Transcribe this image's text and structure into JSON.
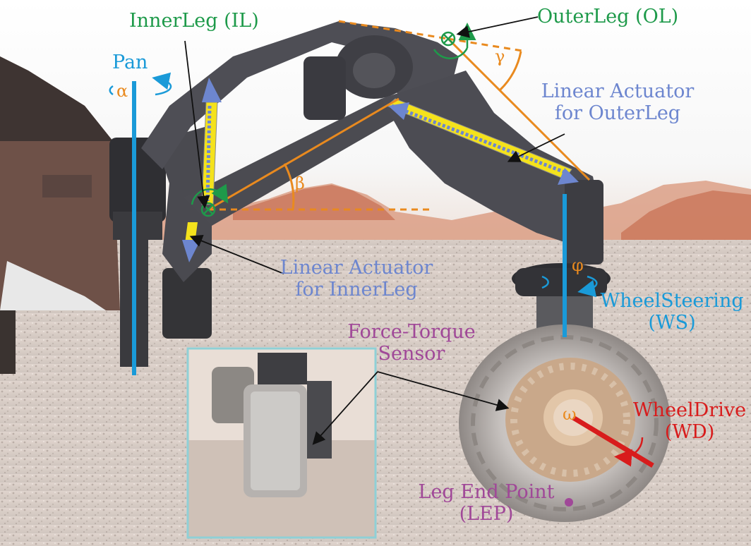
{
  "colors": {
    "pan": "#1a9ad8",
    "green_label": "#1e9a4a",
    "actuator_label": "#6d86cf",
    "angle": "#e98a1f",
    "force_sensor_label": "#a04898",
    "wheel_drive": "#d81c1c",
    "inset_border": "#8fd0d6",
    "actuator_fill": "#f4e21c"
  },
  "labels": {
    "inner_leg": "InnerLeg (IL)",
    "outer_leg": "OuterLeg (OL)",
    "pan": "Pan",
    "linear_actuator_outer": [
      "Linear Actuator",
      "for OuterLeg"
    ],
    "linear_actuator_inner": [
      "Linear Actuator",
      "for InnerLeg"
    ],
    "wheel_steering": [
      "WheelSteering",
      "(WS)"
    ],
    "force_torque_sensor": [
      "Force-Torque",
      "Sensor"
    ],
    "wheel_drive": [
      "WheelDrive",
      "(WD)"
    ],
    "leg_end_point": [
      "Leg End Point",
      "(LEP)"
    ]
  },
  "angles": {
    "alpha": "α",
    "beta": "β",
    "gamma": "γ",
    "phi": "φ",
    "omega": "ω"
  },
  "icons": [
    "joint-axis-icon",
    "rotation-arrow-icon",
    "actuator-arrow-icon",
    "leg-end-point-dot-icon"
  ]
}
